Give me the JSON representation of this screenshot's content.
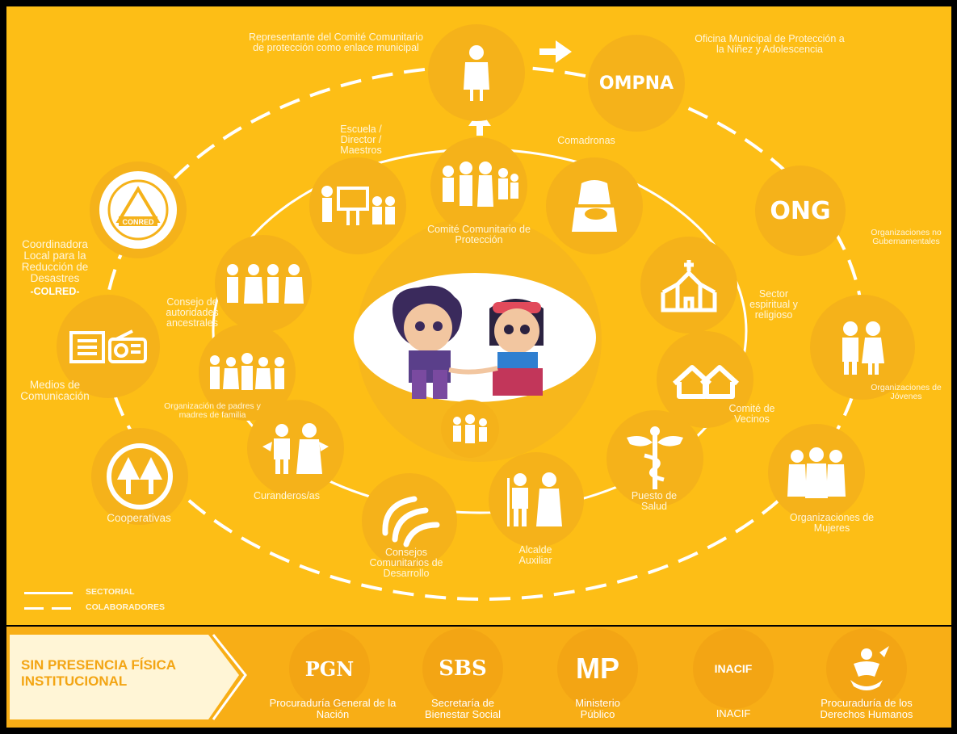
{
  "nodes": {
    "representante": "Representante del Comité Comunitario de protección como enlace municipal",
    "ompna_abbr": "OMPNA",
    "ompna": "Oficina Municipal de Protección a la Niñez y Adolescencia",
    "ong_abbr": "ONG",
    "ong": "Organizaciones no Gubernamentales",
    "jovenes": "Organizaciones de Jóvenes",
    "mujeres": "Organizaciones de Mujeres",
    "escuela": "Escuela / Director / Maestros",
    "comadronas": "Comadronas",
    "comite_comunitario": "Comité Comunitario de Protección",
    "sector_espiritual": "Sector espiritual y religioso",
    "comite_vecinos": "Comité de Vecinos",
    "puesto_salud": "Puesto de Salud",
    "alcalde": "Alcalde Auxiliar",
    "consejos_comunitarios": "Consejos Comunitarios de Desarrollo",
    "curanderos": "Curanderos/as",
    "padres": "Organización de padres y madres de familia",
    "consejo_ancestrales": "Consejo de autoridades ancestrales",
    "conred_text": "CONRED",
    "colred": "Coordinadora Local para la Reducción de Desastres",
    "colred_abbr": "-COLRED-",
    "medios": "Medios de Comunicación",
    "cooperativas": "Cooperativas"
  },
  "legend": {
    "sectorial": "SECTORIAL",
    "colaboradores": "COLABORADORES"
  },
  "bottom": {
    "title": "SIN PRESENCIA FÍSICA INSTITUCIONAL",
    "items": [
      {
        "abbr": "PGN",
        "label": "Procuraduría General de la Nación"
      },
      {
        "abbr": "SBS",
        "label": "Secretaría de Bienestar Social"
      },
      {
        "abbr": "MP",
        "label": "Ministerio Público"
      },
      {
        "abbr": "INACIF",
        "label": "INACIF"
      },
      {
        "abbr": "",
        "label": "Procuraduría de los Derechos Humanos"
      }
    ]
  },
  "colors": {
    "background": "#FDBE16",
    "node": "#F5B21A",
    "bottom_band": "#F8AE16",
    "text": "#FFFFFF"
  }
}
